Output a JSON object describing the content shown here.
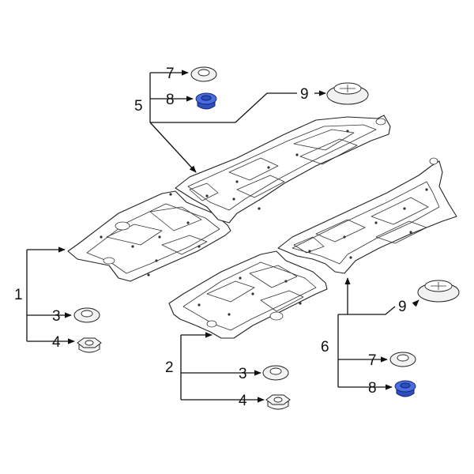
{
  "callouts": {
    "c1": "1",
    "c2": "2",
    "c3a": "3",
    "c3b": "3",
    "c4a": "4",
    "c4b": "4",
    "c5": "5",
    "c6": "6",
    "c7a": "7",
    "c7b": "7",
    "c8a": "8",
    "c8b": "8",
    "c9a": "9",
    "c9b": "9"
  },
  "colors": {
    "highlight_part": "#2f4fbf",
    "line": "#222222",
    "background": "#ffffff"
  }
}
